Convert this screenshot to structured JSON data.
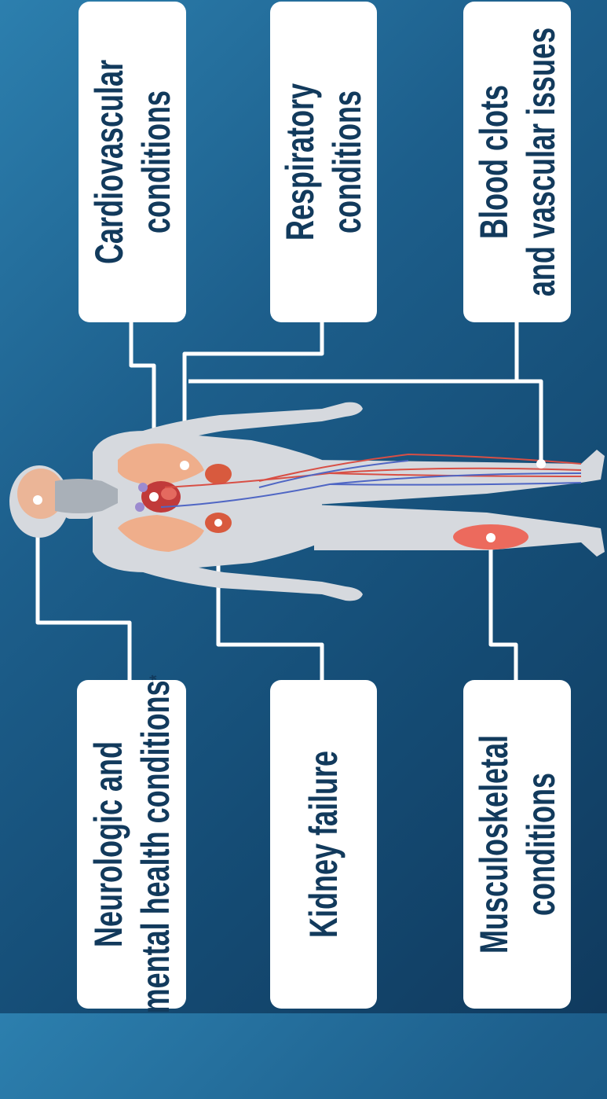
{
  "callouts": {
    "cardiovascular": {
      "line1": "Cardiovascular",
      "line2": "conditions"
    },
    "respiratory": {
      "line1": "Respiratory",
      "line2": "conditions"
    },
    "blood_clots": {
      "line1": "Blood clots",
      "line2": "and vascular issues"
    },
    "neurologic": {
      "line1": "Neurologic and",
      "line2": "mental health conditions",
      "note_mark": "*"
    },
    "kidney": {
      "line1": "Kidney failure"
    },
    "musculoskeletal": {
      "line1": "Musculoskeletal",
      "line2": "conditions"
    }
  },
  "colors": {
    "background_start": "#2c7fae",
    "background_end": "#103a5e",
    "callout_box": "#ffffff",
    "callout_text": "#123a5c",
    "body_silhouette": "#d6d9de",
    "organ_highlight": "#efae8b",
    "kidney": "#d85a3e",
    "artery": "#d84f45",
    "vein": "#4f66c4",
    "muscle": "#ec6a5d"
  }
}
